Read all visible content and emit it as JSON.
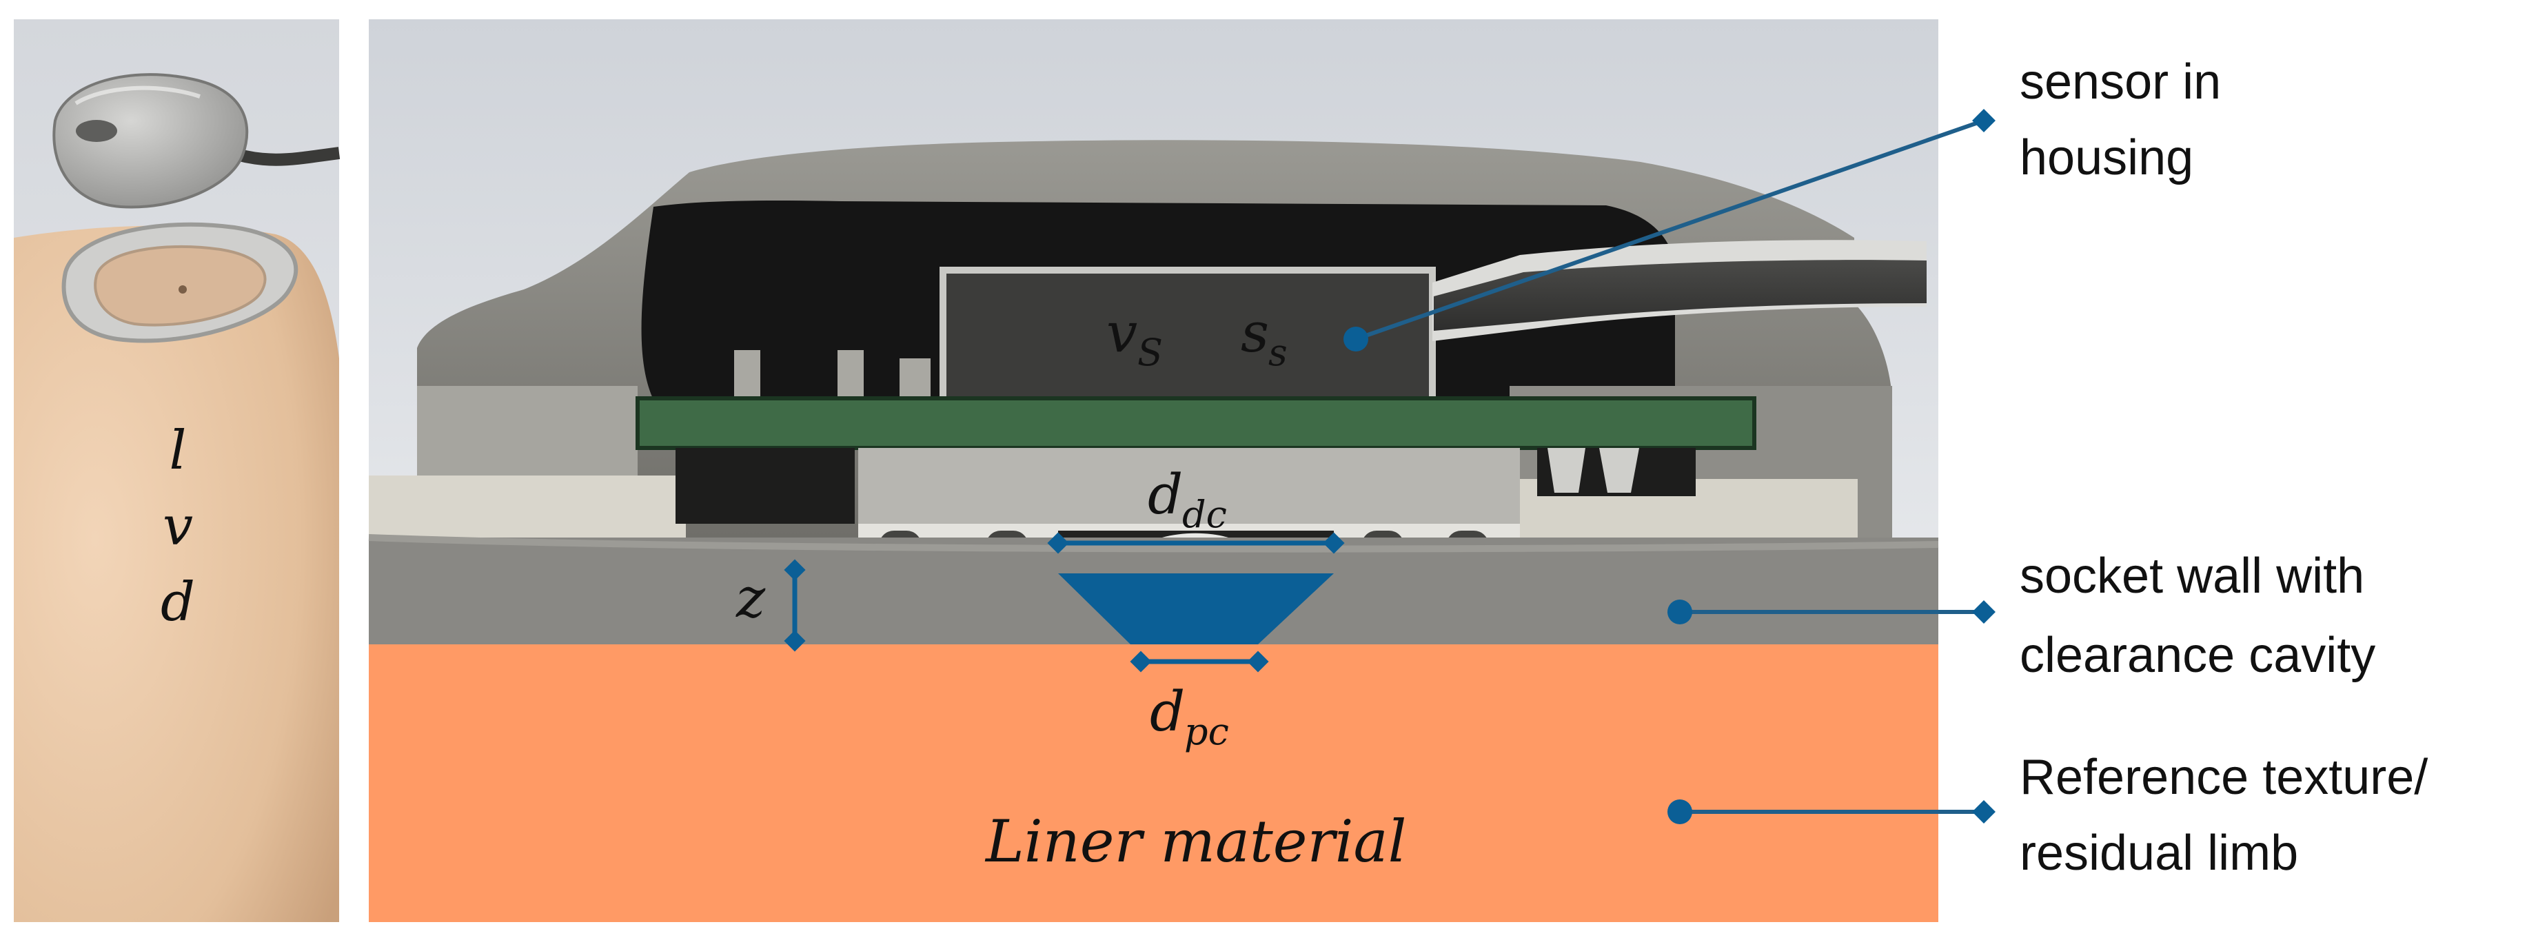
{
  "figure": {
    "left_panel": {
      "symbols": [
        "l",
        "v",
        "d"
      ]
    },
    "cross_section": {
      "sensor_symbols": {
        "v": "v",
        "v_sub": "S",
        "s": "s",
        "s_sub": "s"
      },
      "dimension_dc": {
        "base": "d",
        "sub": "dc"
      },
      "dimension_pc": {
        "base": "d",
        "sub": "pc"
      },
      "dimension_z": "z",
      "liner_label": "Liner material"
    },
    "callouts": {
      "sensor": [
        "sensor in",
        "housing"
      ],
      "socket": [
        "socket wall with",
        "clearance cavity"
      ],
      "reference": [
        "Reference texture/",
        "residual limb"
      ]
    },
    "colors": {
      "callout_line": "#1f5f8b",
      "pcb_green": "#3f6b47",
      "cavity_blue": "#0b5f96",
      "liner_orange": "#ff9a65",
      "housing_gray": "#8b8a84",
      "background_gray": "#d9dde3",
      "skin": "#e6c3a2"
    }
  }
}
